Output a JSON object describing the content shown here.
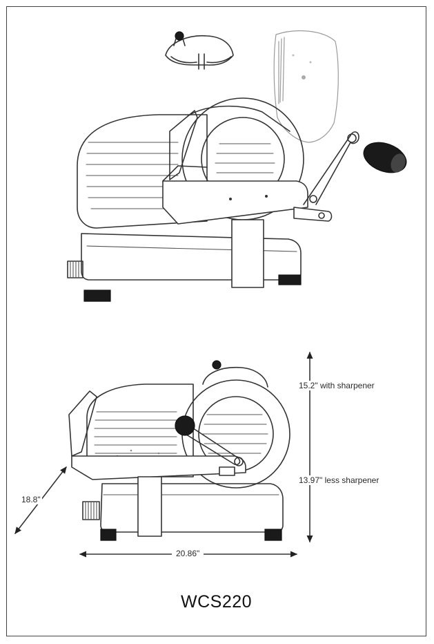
{
  "labels": {
    "height_with_sharpener": "15.2\" with sharpener",
    "height_less_sharpener": "13.97\" less sharpener",
    "depth": "18.8\"",
    "width": "20.86\""
  },
  "model": "WCS220"
}
